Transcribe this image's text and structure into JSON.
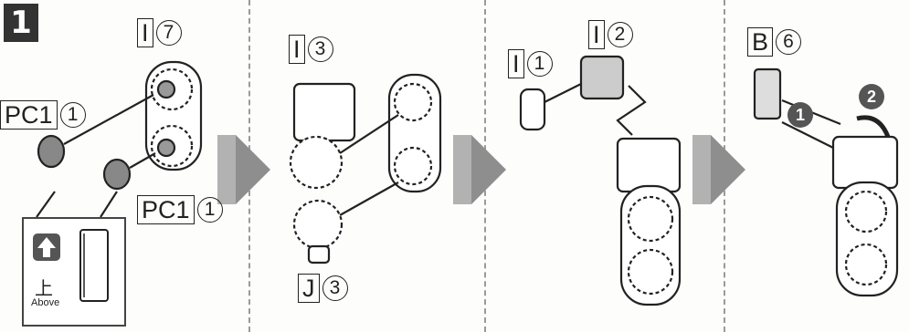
{
  "step_number": "1",
  "labels": {
    "i7": {
      "code": "I",
      "qty": "7"
    },
    "pc1a": {
      "code": "PC1",
      "qty": "1"
    },
    "pc1b": {
      "code": "PC1",
      "qty": "1"
    },
    "i3": {
      "code": "I",
      "qty": "3"
    },
    "j3": {
      "code": "J",
      "qty": "3"
    },
    "i1": {
      "code": "I",
      "qty": "1"
    },
    "i2": {
      "code": "I",
      "qty": "2"
    },
    "b6": {
      "code": "B",
      "qty": "6"
    }
  },
  "inset": {
    "kanji": "上",
    "text": "Above"
  },
  "badges": {
    "first": "1",
    "second": "2"
  },
  "colors": {
    "ink": "#222222",
    "arrow": "#8e8e8e",
    "panel_bg": "#fdfdfc"
  }
}
